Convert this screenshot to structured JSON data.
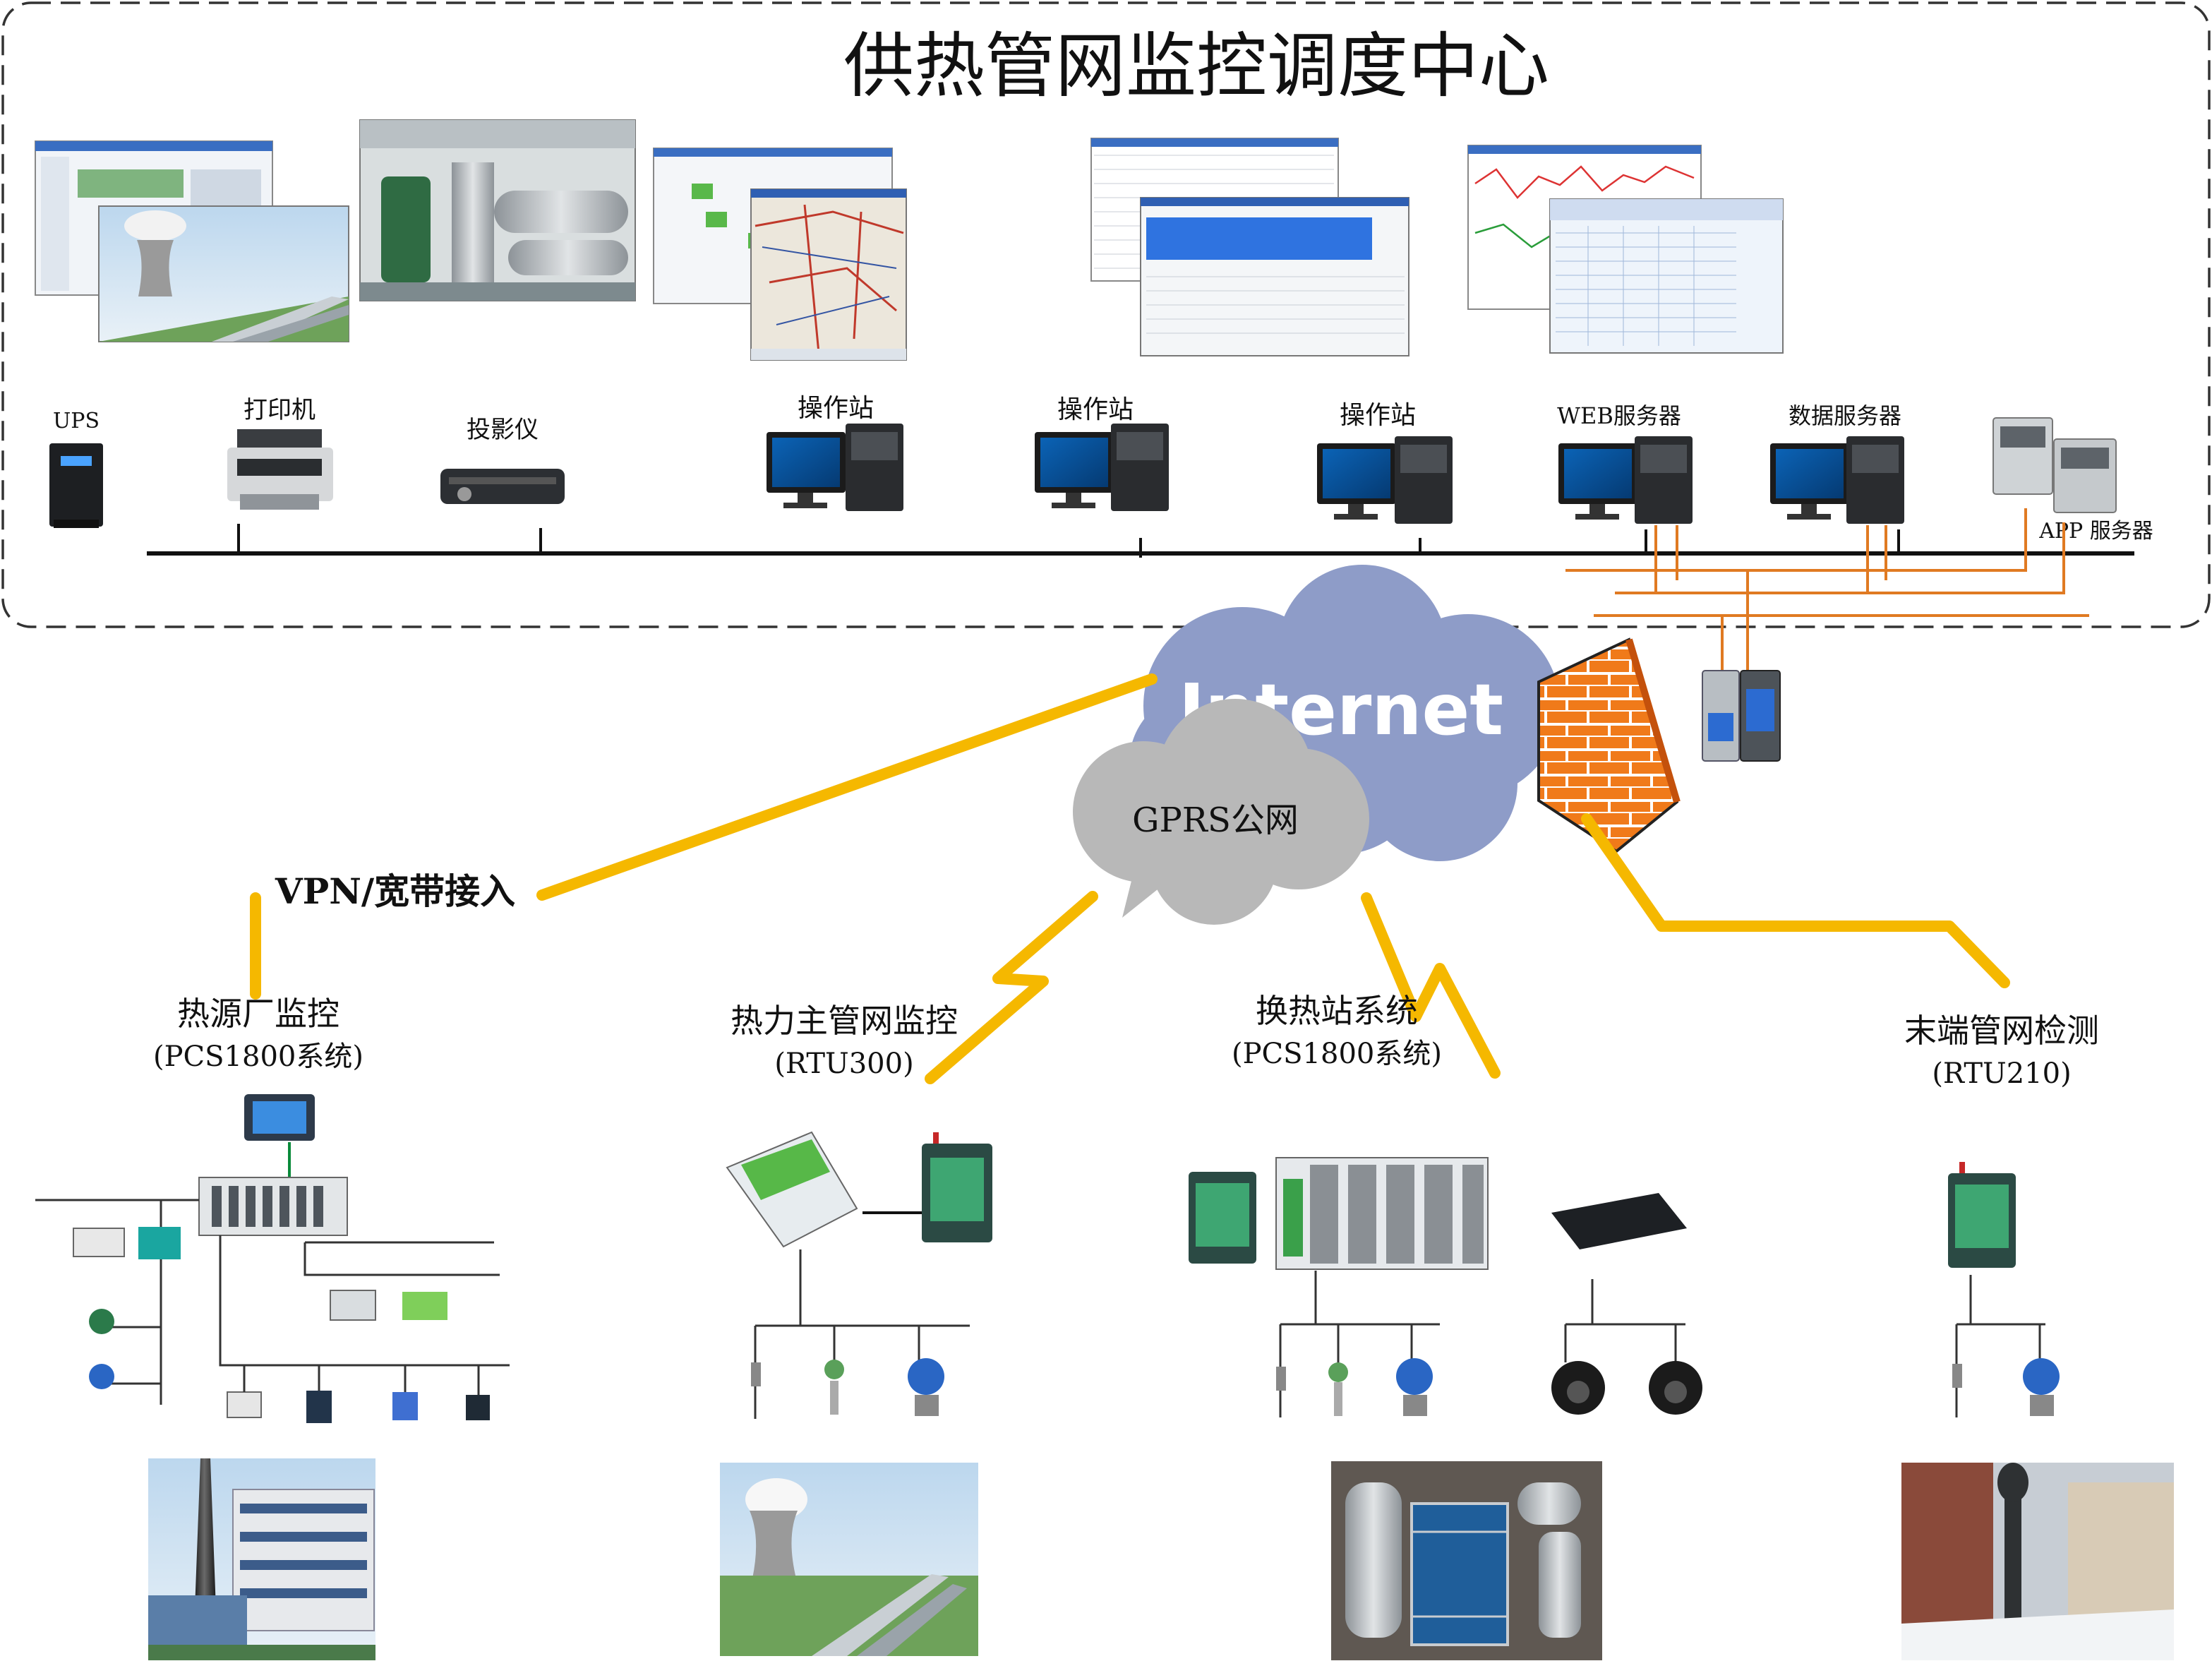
{
  "title": "供热管网监控调度中心",
  "colors": {
    "frame": "#333333",
    "backbone": "#111111",
    "fiber": "#E07A22",
    "link": "#F5B800",
    "internet_cloud": "#8E9CC8",
    "gprs_cloud": "#B8B8B8",
    "firewall": "#F07A1A"
  },
  "center_devices": {
    "ups": "UPS",
    "printer": "打印机",
    "projector": "投影仪",
    "op1": "操作站",
    "op2": "操作站",
    "op3": "操作站",
    "web": "WEB服务器",
    "data": "数据服务器",
    "app": "APP 服务器"
  },
  "network": {
    "internet": "Internet",
    "gprs": "GPRS公网",
    "vpn": "VPN/宽带接入"
  },
  "stations": {
    "heat_source": {
      "title": "热源厂监控",
      "subtitle": "(PCS1800系统)"
    },
    "main_pipe": {
      "title": "热力主管网监控",
      "subtitle": "(RTU300)"
    },
    "exchange": {
      "title": "换热站系统",
      "subtitle": "(PCS1800系统)"
    },
    "terminal": {
      "title": "末端管网检测",
      "subtitle": "(RTU210)"
    }
  }
}
